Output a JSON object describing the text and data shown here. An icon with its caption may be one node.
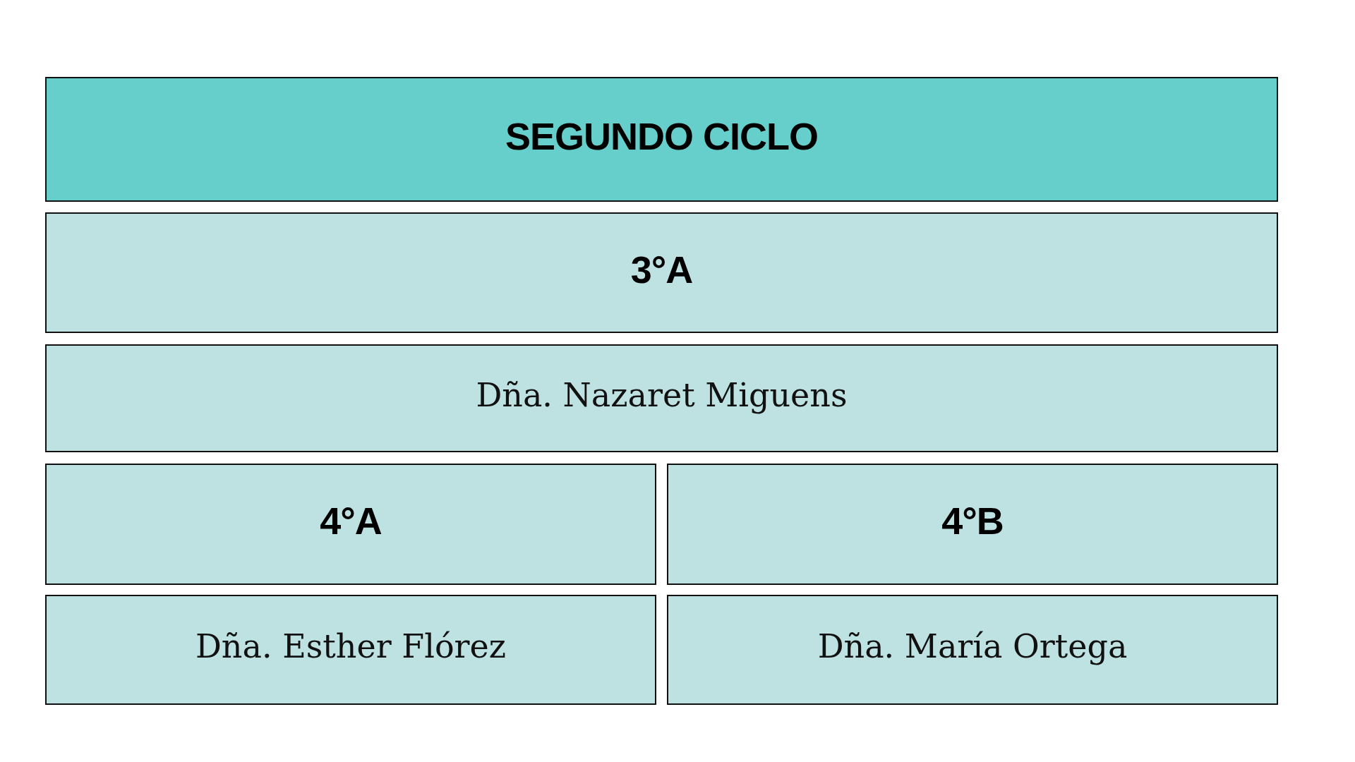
{
  "diagram": {
    "nodes": [
      {
        "text": [
          "SEGUNDO CICLO"
        ]
      },
      {
        "text": [
          "3°A"
        ]
      },
      {
        "text": [
          "Dña. Nazaret Miguens"
        ]
      },
      {
        "text": [
          "4°A"
        ]
      },
      {
        "text": [
          "4°B"
        ]
      },
      {
        "text": [
          "Dña. Esther Flórez"
        ]
      },
      {
        "text": [
          "Dña. María Ortega"
        ]
      }
    ]
  }
}
